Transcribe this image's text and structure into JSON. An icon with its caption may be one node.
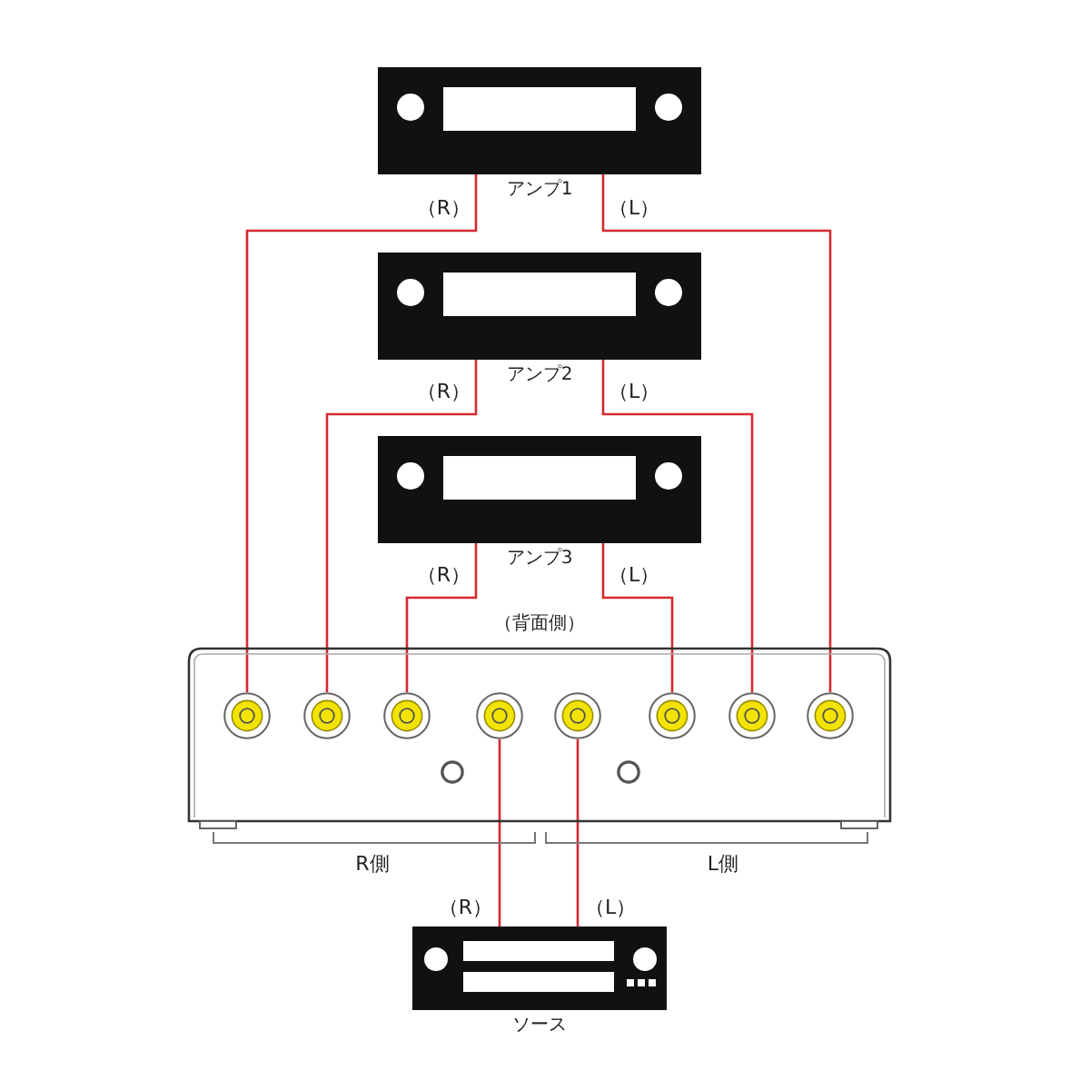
{
  "diagram": {
    "nodes": [
      {
        "text": [
          "アンプ1"
        ]
      },
      {
        "text": [
          "アンプ2"
        ]
      },
      {
        "text": [
          "アンプ3"
        ]
      },
      {
        "text": [
          "（背面側）"
        ]
      },
      {
        "text": [],
        "shape": "circle",
        "in": 3
      },
      {
        "text": [],
        "shape": "circle",
        "in": 3
      },
      {
        "text": [],
        "shape": "circle",
        "in": 3
      },
      {
        "text": [],
        "shape": "circle",
        "in": 3
      },
      {
        "text": [],
        "shape": "circle",
        "in": 3
      },
      {
        "text": [],
        "shape": "circle",
        "in": 3
      },
      {
        "text": [],
        "shape": "circle",
        "in": 3
      },
      {
        "text": [],
        "shape": "circle",
        "in": 3
      },
      {
        "text": [
          "ソース"
        ]
      }
    ],
    "edges": [
      {
        "from": 0,
        "to": 4,
        "arrow": "none",
        "label": "（R）"
      },
      {
        "from": 0,
        "to": 11,
        "arrow": "none",
        "label": "（L）"
      },
      {
        "from": 1,
        "to": 5,
        "arrow": "none",
        "label": "（R）"
      },
      {
        "from": 1,
        "to": 10,
        "arrow": "none",
        "label": "（L）"
      },
      {
        "from": 2,
        "to": 6,
        "arrow": "none",
        "label": "（R）"
      },
      {
        "from": 2,
        "to": 9,
        "arrow": "none",
        "label": "（L）"
      },
      {
        "from": 12,
        "to": 7,
        "arrow": "none",
        "label": "（R）"
      },
      {
        "from": 12,
        "to": 8,
        "arrow": "none",
        "label": "（L）"
      }
    ],
    "labels": [
      "R側",
      "L側"
    ]
  }
}
